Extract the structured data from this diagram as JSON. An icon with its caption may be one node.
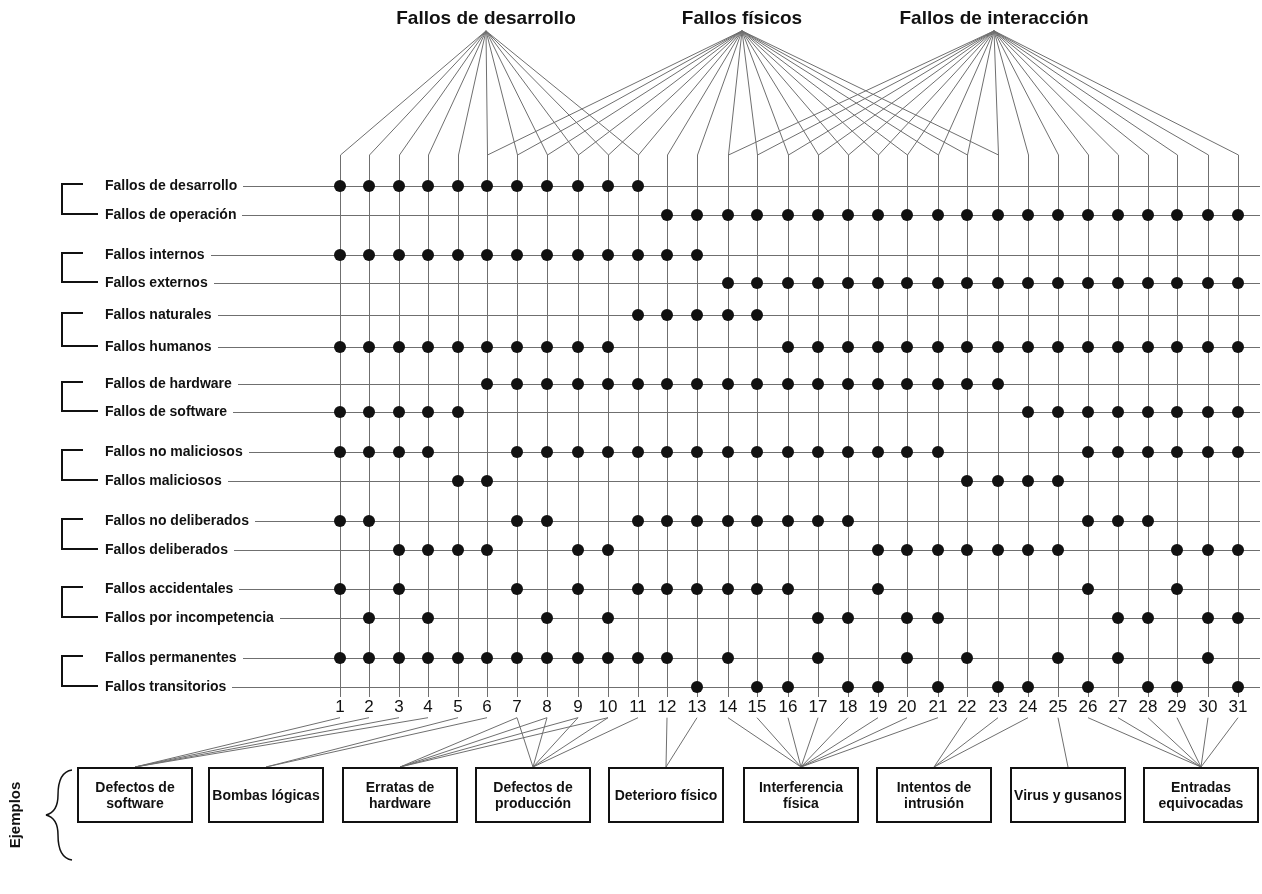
{
  "diagram": {
    "nodes": [
      {
        "text": [
          "Fallos de desarrollo"
        ]
      },
      {
        "text": [
          "Fallos físicos"
        ]
      },
      {
        "text": [
          "Fallos de interacción"
        ]
      },
      {
        "text": [
          "Fallos de desarrollo"
        ]
      },
      {
        "text": [],
        "shape": "circle"
      },
      {
        "text": [],
        "shape": "circle"
      },
      {
        "text": [],
        "shape": "circle"
      },
      {
        "text": [],
        "shape": "circle"
      },
      {
        "text": [],
        "shape": "circle"
      },
      {
        "text": [],
        "shape": "circle"
      },
      {
        "text": [],
        "shape": "circle"
      },
      {
        "text": [],
        "shape": "circle"
      },
      {
        "text": [],
        "shape": "circle"
      },
      {
        "text": [],
        "shape": "circle"
      },
      {
        "text": [],
        "shape": "circle"
      },
      {
        "text": [
          "Fallos de operación"
        ]
      },
      {
        "text": [],
        "shape": "circle"
      },
      {
        "text": [],
        "shape": "circle"
      },
      {
        "text": [],
        "shape": "circle"
      },
      {
        "text": [],
        "shape": "circle"
      },
      {
        "text": [],
        "shape": "circle"
      },
      {
        "text": [],
        "shape": "circle"
      },
      {
        "text": [],
        "shape": "circle"
      },
      {
        "text": [],
        "shape": "circle"
      },
      {
        "text": [],
        "shape": "circle"
      },
      {
        "text": [],
        "shape": "circle"
      },
      {
        "text": [],
        "shape": "circle"
      },
      {
        "text": [],
        "shape": "circle"
      },
      {
        "text": [],
        "shape": "circle"
      },
      {
        "text": [],
        "shape": "circle"
      },
      {
        "text": [],
        "shape": "circle"
      },
      {
        "text": [],
        "shape": "circle"
      },
      {
        "text": [],
        "shape": "circle"
      },
      {
        "text": [],
        "shape": "circle"
      },
      {
        "text": [],
        "shape": "circle"
      },
      {
        "text": [],
        "shape": "circle"
      },
      {
        "text": [
          "Fallos internos"
        ]
      },
      {
        "text": [],
        "shape": "circle"
      },
      {
        "text": [],
        "shape": "circle"
      },
      {
        "text": [],
        "shape": "circle"
      },
      {
        "text": [],
        "shape": "circle"
      },
      {
        "text": [],
        "shape": "circle"
      },
      {
        "text": [],
        "shape": "circle"
      },
      {
        "text": [],
        "shape": "circle"
      },
      {
        "text": [],
        "shape": "circle"
      },
      {
        "text": [],
        "shape": "circle"
      },
      {
        "text": [],
        "shape": "circle"
      },
      {
        "text": [],
        "shape": "circle"
      },
      {
        "text": [],
        "shape": "circle"
      },
      {
        "text": [],
        "shape": "circle"
      },
      {
        "text": [
          "Fallos externos"
        ]
      },
      {
        "text": [],
        "shape": "circle"
      },
      {
        "text": [],
        "shape": "circle"
      },
      {
        "text": [],
        "shape": "circle"
      },
      {
        "text": [],
        "shape": "circle"
      },
      {
        "text": [],
        "shape": "circle"
      },
      {
        "text": [],
        "shape": "circle"
      },
      {
        "text": [],
        "shape": "circle"
      },
      {
        "text": [],
        "shape": "circle"
      },
      {
        "text": [],
        "shape": "circle"
      },
      {
        "text": [],
        "shape": "circle"
      },
      {
        "text": [],
        "shape": "circle"
      },
      {
        "text": [],
        "shape": "circle"
      },
      {
        "text": [],
        "shape": "circle"
      },
      {
        "text": [],
        "shape": "circle"
      },
      {
        "text": [],
        "shape": "circle"
      },
      {
        "text": [],
        "shape": "circle"
      },
      {
        "text": [],
        "shape": "circle"
      },
      {
        "text": [],
        "shape": "circle"
      },
      {
        "text": [
          "Fallos naturales"
        ]
      },
      {
        "text": [],
        "shape": "circle"
      },
      {
        "text": [],
        "shape": "circle"
      },
      {
        "text": [],
        "shape": "circle"
      },
      {
        "text": [],
        "shape": "circle"
      },
      {
        "text": [],
        "shape": "circle"
      },
      {
        "text": [
          "Fallos humanos"
        ]
      },
      {
        "text": [],
        "shape": "circle"
      },
      {
        "text": [],
        "shape": "circle"
      },
      {
        "text": [],
        "shape": "circle"
      },
      {
        "text": [],
        "shape": "circle"
      },
      {
        "text": [],
        "shape": "circle"
      },
      {
        "text": [],
        "shape": "circle"
      },
      {
        "text": [],
        "shape": "circle"
      },
      {
        "text": [],
        "shape": "circle"
      },
      {
        "text": [],
        "shape": "circle"
      },
      {
        "text": [],
        "shape": "circle"
      },
      {
        "text": [],
        "shape": "circle"
      },
      {
        "text": [],
        "shape": "circle"
      },
      {
        "text": [],
        "shape": "circle"
      },
      {
        "text": [],
        "shape": "circle"
      },
      {
        "text": [],
        "shape": "circle"
      },
      {
        "text": [],
        "shape": "circle"
      },
      {
        "text": [],
        "shape": "circle"
      },
      {
        "text": [],
        "shape": "circle"
      },
      {
        "text": [],
        "shape": "circle"
      },
      {
        "text": [],
        "shape": "circle"
      },
      {
        "text": [],
        "shape": "circle"
      },
      {
        "text": [],
        "shape": "circle"
      },
      {
        "text": [],
        "shape": "circle"
      },
      {
        "text": [],
        "shape": "circle"
      },
      {
        "text": [],
        "shape": "circle"
      },
      {
        "text": [],
        "shape": "circle"
      },
      {
        "text": [
          "Fallos de hardware"
        ]
      },
      {
        "text": [],
        "shape": "circle"
      },
      {
        "text": [],
        "shape": "circle"
      },
      {
        "text": [],
        "shape": "circle"
      },
      {
        "text": [],
        "shape": "circle"
      },
      {
        "text": [],
        "shape": "circle"
      },
      {
        "text": [],
        "shape": "circle"
      },
      {
        "text": [],
        "shape": "circle"
      },
      {
        "text": [],
        "shape": "circle"
      },
      {
        "text": [],
        "shape": "circle"
      },
      {
        "text": [],
        "shape": "circle"
      },
      {
        "text": [],
        "shape": "circle"
      },
      {
        "text": [],
        "shape": "circle"
      },
      {
        "text": [],
        "shape": "circle"
      },
      {
        "text": [],
        "shape": "circle"
      },
      {
        "text": [],
        "shape": "circle"
      },
      {
        "text": [],
        "shape": "circle"
      },
      {
        "text": [],
        "shape": "circle"
      },
      {
        "text": [],
        "shape": "circle"
      },
      {
        "text": [
          "Fallos de software"
        ]
      },
      {
        "text": [],
        "shape": "circle"
      },
      {
        "text": [],
        "shape": "circle"
      },
      {
        "text": [],
        "shape": "circle"
      },
      {
        "text": [],
        "shape": "circle"
      },
      {
        "text": [],
        "shape": "circle"
      },
      {
        "text": [],
        "shape": "circle"
      },
      {
        "text": [],
        "shape": "circle"
      },
      {
        "text": [],
        "shape": "circle"
      },
      {
        "text": [],
        "shape": "circle"
      },
      {
        "text": [],
        "shape": "circle"
      },
      {
        "text": [],
        "shape": "circle"
      },
      {
        "text": [],
        "shape": "circle"
      },
      {
        "text": [],
        "shape": "circle"
      },
      {
        "text": [
          "Fallos no maliciosos"
        ]
      },
      {
        "text": [],
        "shape": "circle"
      },
      {
        "text": [],
        "shape": "circle"
      },
      {
        "text": [],
        "shape": "circle"
      },
      {
        "text": [],
        "shape": "circle"
      },
      {
        "text": [],
        "shape": "circle"
      },
      {
        "text": [],
        "shape": "circle"
      },
      {
        "text": [],
        "shape": "circle"
      },
      {
        "text": [],
        "shape": "circle"
      },
      {
        "text": [],
        "shape": "circle"
      },
      {
        "text": [],
        "shape": "circle"
      },
      {
        "text": [],
        "shape": "circle"
      },
      {
        "text": [],
        "shape": "circle"
      },
      {
        "text": [],
        "shape": "circle"
      },
      {
        "text": [],
        "shape": "circle"
      },
      {
        "text": [],
        "shape": "circle"
      },
      {
        "text": [],
        "shape": "circle"
      },
      {
        "text": [],
        "shape": "circle"
      },
      {
        "text": [],
        "shape": "circle"
      },
      {
        "text": [],
        "shape": "circle"
      },
      {
        "text": [],
        "shape": "circle"
      },
      {
        "text": [],
        "shape": "circle"
      },
      {
        "text": [],
        "shape": "circle"
      },
      {
        "text": [],
        "shape": "circle"
      },
      {
        "text": [],
        "shape": "circle"
      },
      {
        "text": [],
        "shape": "circle"
      },
      {
        "text": [
          "Fallos maliciosos"
        ]
      },
      {
        "text": [],
        "shape": "circle"
      },
      {
        "text": [],
        "shape": "circle"
      },
      {
        "text": [],
        "shape": "circle"
      },
      {
        "text": [],
        "shape": "circle"
      },
      {
        "text": [],
        "shape": "circle"
      },
      {
        "text": [],
        "shape": "circle"
      },
      {
        "text": [
          "Fallos no deliberados"
        ]
      },
      {
        "text": [],
        "shape": "circle"
      },
      {
        "text": [],
        "shape": "circle"
      },
      {
        "text": [],
        "shape": "circle"
      },
      {
        "text": [],
        "shape": "circle"
      },
      {
        "text": [],
        "shape": "circle"
      },
      {
        "text": [],
        "shape": "circle"
      },
      {
        "text": [],
        "shape": "circle"
      },
      {
        "text": [],
        "shape": "circle"
      },
      {
        "text": [],
        "shape": "circle"
      },
      {
        "text": [],
        "shape": "circle"
      },
      {
        "text": [],
        "shape": "circle"
      },
      {
        "text": [],
        "shape": "circle"
      },
      {
        "text": [],
        "shape": "circle"
      },
      {
        "text": [],
        "shape": "circle"
      },
      {
        "text": [],
        "shape": "circle"
      },
      {
        "text": [
          "Fallos deliberados"
        ]
      },
      {
        "text": [],
        "shape": "circle"
      },
      {
        "text": [],
        "shape": "circle"
      },
      {
        "text": [],
        "shape": "circle"
      },
      {
        "text": [],
        "shape": "circle"
      },
      {
        "text": [],
        "shape": "circle"
      },
      {
        "text": [],
        "shape": "circle"
      },
      {
        "text": [],
        "shape": "circle"
      },
      {
        "text": [],
        "shape": "circle"
      },
      {
        "text": [],
        "shape": "circle"
      },
      {
        "text": [],
        "shape": "circle"
      },
      {
        "text": [],
        "shape": "circle"
      },
      {
        "text": [],
        "shape": "circle"
      },
      {
        "text": [],
        "shape": "circle"
      },
      {
        "text": [],
        "shape": "circle"
      },
      {
        "text": [],
        "shape": "circle"
      },
      {
        "text": [],
        "shape": "circle"
      },
      {
        "text": [
          "Fallos accidentales"
        ]
      },
      {
        "text": [],
        "shape": "circle"
      },
      {
        "text": [],
        "shape": "circle"
      },
      {
        "text": [],
        "shape": "circle"
      },
      {
        "text": [],
        "shape": "circle"
      },
      {
        "text": [],
        "shape": "circle"
      },
      {
        "text": [],
        "shape": "circle"
      },
      {
        "text": [],
        "shape": "circle"
      },
      {
        "text": [],
        "shape": "circle"
      },
      {
        "text": [],
        "shape": "circle"
      },
      {
        "text": [],
        "shape": "circle"
      },
      {
        "text": [],
        "shape": "circle"
      },
      {
        "text": [],
        "shape": "circle"
      },
      {
        "text": [],
        "shape": "circle"
      },
      {
        "text": [
          "Fallos por incompetencia"
        ]
      },
      {
        "text": [],
        "shape": "circle"
      },
      {
        "text": [],
        "shape": "circle"
      },
      {
        "text": [],
        "shape": "circle"
      },
      {
        "text": [],
        "shape": "circle"
      },
      {
        "text": [],
        "shape": "circle"
      },
      {
        "text": [],
        "shape": "circle"
      },
      {
        "text": [],
        "shape": "circle"
      },
      {
        "text": [],
        "shape": "circle"
      },
      {
        "text": [],
        "shape": "circle"
      },
      {
        "text": [],
        "shape": "circle"
      },
      {
        "text": [],
        "shape": "circle"
      },
      {
        "text": [],
        "shape": "circle"
      },
      {
        "text": [
          "Fallos permanentes"
        ]
      },
      {
        "text": [],
        "shape": "circle"
      },
      {
        "text": [],
        "shape": "circle"
      },
      {
        "text": [],
        "shape": "circle"
      },
      {
        "text": [],
        "shape": "circle"
      },
      {
        "text": [],
        "shape": "circle"
      },
      {
        "text": [],
        "shape": "circle"
      },
      {
        "text": [],
        "shape": "circle"
      },
      {
        "text": [],
        "shape": "circle"
      },
      {
        "text": [],
        "shape": "circle"
      },
      {
        "text": [],
        "shape": "circle"
      },
      {
        "text": [],
        "shape": "circle"
      },
      {
        "text": [],
        "shape": "circle"
      },
      {
        "text": [],
        "shape": "circle"
      },
      {
        "text": [],
        "shape": "circle"
      },
      {
        "text": [],
        "shape": "circle"
      },
      {
        "text": [],
        "shape": "circle"
      },
      {
        "text": [],
        "shape": "circle"
      },
      {
        "text": [],
        "shape": "circle"
      },
      {
        "text": [],
        "shape": "circle"
      },
      {
        "text": [
          "Fallos transitorios"
        ]
      },
      {
        "text": [],
        "shape": "circle"
      },
      {
        "text": [],
        "shape": "circle"
      },
      {
        "text": [],
        "shape": "circle"
      },
      {
        "text": [],
        "shape": "circle"
      },
      {
        "text": [],
        "shape": "circle"
      },
      {
        "text": [],
        "shape": "circle"
      },
      {
        "text": [],
        "shape": "circle"
      },
      {
        "text": [],
        "shape": "circle"
      },
      {
        "text": [],
        "shape": "circle"
      },
      {
        "text": [],
        "shape": "circle"
      },
      {
        "text": [],
        "shape": "circle"
      },
      {
        "text": [],
        "shape": "circle"
      },
      {
        "text": [
          "1"
        ]
      },
      {
        "text": [
          "2"
        ]
      },
      {
        "text": [
          "3"
        ]
      },
      {
        "text": [
          "4"
        ]
      },
      {
        "text": [
          "5"
        ]
      },
      {
        "text": [
          "6"
        ]
      },
      {
        "text": [
          "7"
        ]
      },
      {
        "text": [
          "8"
        ]
      },
      {
        "text": [
          "9"
        ]
      },
      {
        "text": [
          "10"
        ]
      },
      {
        "text": [
          "11"
        ]
      },
      {
        "text": [
          "12"
        ]
      },
      {
        "text": [
          "13"
        ]
      },
      {
        "text": [
          "14"
        ]
      },
      {
        "text": [
          "15"
        ]
      },
      {
        "text": [
          "16"
        ]
      },
      {
        "text": [
          "17"
        ]
      },
      {
        "text": [
          "18"
        ]
      },
      {
        "text": [
          "19"
        ]
      },
      {
        "text": [
          "20"
        ]
      },
      {
        "text": [
          "21"
        ]
      },
      {
        "text": [
          "22"
        ]
      },
      {
        "text": [
          "23"
        ]
      },
      {
        "text": [
          "24"
        ]
      },
      {
        "text": [
          "25"
        ]
      },
      {
        "text": [
          "26"
        ]
      },
      {
        "text": [
          "27"
        ]
      },
      {
        "text": [
          "28"
        ]
      },
      {
        "text": [
          "29"
        ]
      },
      {
        "text": [
          "30"
        ]
      },
      {
        "text": [
          "31"
        ]
      },
      {
        "text": [
          "Defectos de software"
        ]
      },
      {
        "text": [
          "Bombas lógicas"
        ]
      },
      {
        "text": [
          "Erratas de hardware"
        ]
      },
      {
        "text": [
          "Defectos de producción"
        ]
      },
      {
        "text": [
          "Deterioro físico"
        ]
      },
      {
        "text": [
          "Interferencia física"
        ]
      },
      {
        "text": [
          "Intentos de intrusión"
        ]
      },
      {
        "text": [
          "Virus y gusanos"
        ]
      },
      {
        "text": [
          "Entradas equivocadas"
        ]
      }
    ],
    "edges": [
      {
        "from": 0,
        "to": 261,
        "arrow": "none"
      },
      {
        "from": 0,
        "to": 262,
        "arrow": "none"
      },
      {
        "from": 0,
        "to": 263,
        "arrow": "none"
      },
      {
        "from": 0,
        "to": 264,
        "arrow": "none"
      },
      {
        "from": 0,
        "to": 265,
        "arrow": "none"
      },
      {
        "from": 0,
        "to": 266,
        "arrow": "none"
      },
      {
        "from": 0,
        "to": 267,
        "arrow": "none"
      },
      {
        "from": 0,
        "to": 268,
        "arrow": "none"
      },
      {
        "from": 0,
        "to": 269,
        "arrow": "none"
      },
      {
        "from": 0,
        "to": 270,
        "arrow": "none"
      },
      {
        "from": 0,
        "to": 271,
        "arrow": "none"
      },
      {
        "from": 1,
        "to": 266,
        "arrow": "none"
      },
      {
        "from": 1,
        "to": 267,
        "arrow": "none"
      },
      {
        "from": 1,
        "to": 268,
        "arrow": "none"
      },
      {
        "from": 1,
        "to": 269,
        "arrow": "none"
      },
      {
        "from": 1,
        "to": 270,
        "arrow": "none"
      },
      {
        "from": 1,
        "to": 271,
        "arrow": "none"
      },
      {
        "from": 1,
        "to": 272,
        "arrow": "none"
      },
      {
        "from": 1,
        "to": 273,
        "arrow": "none"
      },
      {
        "from": 1,
        "to": 274,
        "arrow": "none"
      },
      {
        "from": 1,
        "to": 275,
        "arrow": "none"
      },
      {
        "from": 1,
        "to": 276,
        "arrow": "none"
      },
      {
        "from": 1,
        "to": 277,
        "arrow": "none"
      },
      {
        "from": 1,
        "to": 278,
        "arrow": "none"
      },
      {
        "from": 1,
        "to": 279,
        "arrow": "none"
      },
      {
        "from": 1,
        "to": 280,
        "arrow": "none"
      },
      {
        "from": 1,
        "to": 281,
        "arrow": "none"
      },
      {
        "from": 1,
        "to": 282,
        "arrow": "none"
      },
      {
        "from": 1,
        "to": 283,
        "arrow": "none"
      },
      {
        "from": 2,
        "to": 274,
        "arrow": "none"
      },
      {
        "from": 2,
        "to": 275,
        "arrow": "none"
      },
      {
        "from": 2,
        "to": 276,
        "arrow": "none"
      },
      {
        "from": 2,
        "to": 277,
        "arrow": "none"
      },
      {
        "from": 2,
        "to": 278,
        "arrow": "none"
      },
      {
        "from": 2,
        "to": 279,
        "arrow": "none"
      },
      {
        "from": 2,
        "to": 280,
        "arrow": "none"
      },
      {
        "from": 2,
        "to": 281,
        "arrow": "none"
      },
      {
        "from": 2,
        "to": 282,
        "arrow": "none"
      },
      {
        "from": 2,
        "to": 283,
        "arrow": "none"
      },
      {
        "from": 2,
        "to": 284,
        "arrow": "none"
      },
      {
        "from": 2,
        "to": 285,
        "arrow": "none"
      },
      {
        "from": 2,
        "to": 286,
        "arrow": "none"
      },
      {
        "from": 2,
        "to": 287,
        "arrow": "none"
      },
      {
        "from": 2,
        "to": 288,
        "arrow": "none"
      },
      {
        "from": 2,
        "to": 289,
        "arrow": "none"
      },
      {
        "from": 2,
        "to": 290,
        "arrow": "none"
      },
      {
        "from": 2,
        "to": 291,
        "arrow": "none"
      },
      {
        "from": 261,
        "to": 292,
        "arrow": "none"
      },
      {
        "from": 262,
        "to": 292,
        "arrow": "none"
      },
      {
        "from": 263,
        "to": 292,
        "arrow": "none"
      },
      {
        "from": 264,
        "to": 292,
        "arrow": "none"
      },
      {
        "from": 265,
        "to": 293,
        "arrow": "none"
      },
      {
        "from": 266,
        "to": 293,
        "arrow": "none"
      },
      {
        "from": 267,
        "to": 294,
        "arrow": "none"
      },
      {
        "from": 268,
        "to": 294,
        "arrow": "none"
      },
      {
        "from": 269,
        "to": 294,
        "arrow": "none"
      },
      {
        "from": 270,
        "to": 294,
        "arrow": "none"
      },
      {
        "from": 267,
        "to": 295,
        "arrow": "none"
      },
      {
        "from": 268,
        "to": 295,
        "arrow": "none"
      },
      {
        "from": 269,
        "to": 295,
        "arrow": "none"
      },
      {
        "from": 270,
        "to": 295,
        "arrow": "none"
      },
      {
        "from": 271,
        "to": 295,
        "arrow": "none"
      },
      {
        "from": 272,
        "to": 296,
        "arrow": "none"
      },
      {
        "from": 273,
        "to": 296,
        "arrow": "none"
      },
      {
        "from": 274,
        "to": 297,
        "arrow": "none"
      },
      {
        "from": 275,
        "to": 297,
        "arrow": "none"
      },
      {
        "from": 276,
        "to": 297,
        "arrow": "none"
      },
      {
        "from": 277,
        "to": 297,
        "arrow": "none"
      },
      {
        "from": 278,
        "to": 297,
        "arrow": "none"
      },
      {
        "from": 279,
        "to": 297,
        "arrow": "none"
      },
      {
        "from": 280,
        "to": 297,
        "arrow": "none"
      },
      {
        "from": 281,
        "to": 297,
        "arrow": "none"
      },
      {
        "from": 282,
        "to": 298,
        "arrow": "none"
      },
      {
        "from": 283,
        "to": 298,
        "arrow": "none"
      },
      {
        "from": 284,
        "to": 298,
        "arrow": "none"
      },
      {
        "from": 285,
        "to": 299,
        "arrow": "none"
      },
      {
        "from": 286,
        "to": 300,
        "arrow": "none"
      },
      {
        "from": 287,
        "to": 300,
        "arrow": "none"
      },
      {
        "from": 288,
        "to": 300,
        "arrow": "none"
      },
      {
        "from": 289,
        "to": 300,
        "arrow": "none"
      },
      {
        "from": 290,
        "to": 300,
        "arrow": "none"
      },
      {
        "from": 291,
        "to": 300,
        "arrow": "none"
      }
    ],
    "labels": [
      "Ejemplos"
    ]
  }
}
